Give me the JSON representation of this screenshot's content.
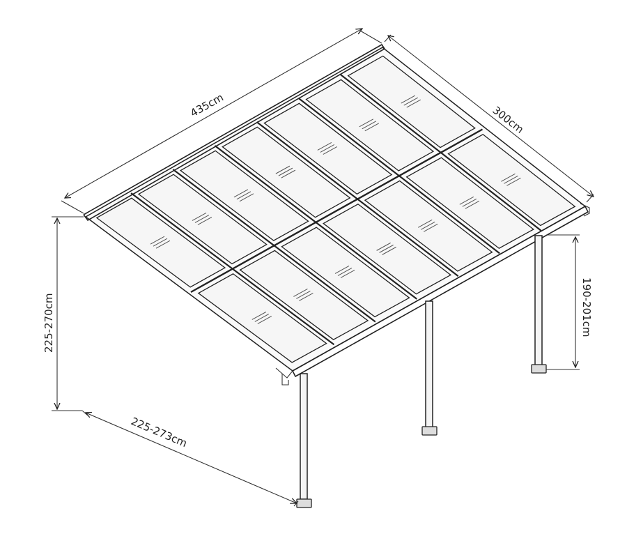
{
  "diagram": {
    "dimensions": {
      "width_label": "435cm",
      "depth_label": "300cm",
      "wall_height_label": "225-270cm",
      "front_height_label": "190-201cm",
      "projection_label": "225-273cm"
    },
    "roof": {
      "panel_rows": 2,
      "panel_columns": 7
    },
    "posts": 3
  }
}
